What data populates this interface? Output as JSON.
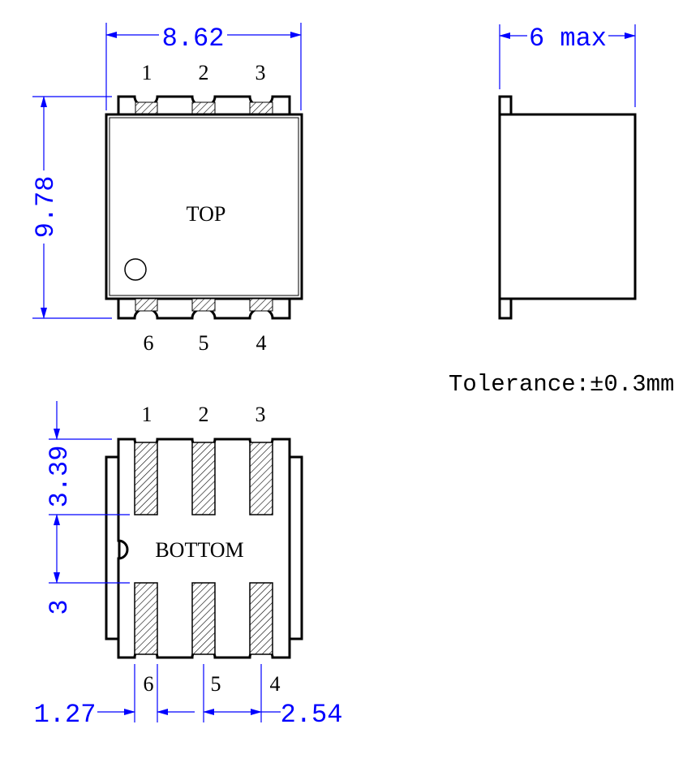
{
  "colors": {
    "line": "#000000",
    "dimension": "#0000ff",
    "background": "#ffffff"
  },
  "top_view": {
    "label": "TOP",
    "pins_top": [
      "1",
      "2",
      "3"
    ],
    "pins_bottom": [
      "6",
      "5",
      "4"
    ],
    "dim_width": "8.62",
    "dim_height": "9.78"
  },
  "side_view": {
    "dim_width": "6 max"
  },
  "tolerance": "Tolerance:±0.3mm",
  "bottom_view": {
    "label": "BOTTOM",
    "pins_top": [
      "1",
      "2",
      "3"
    ],
    "pins_bottom": [
      "6",
      "5",
      "4"
    ],
    "dim_pad_length": "3.39",
    "dim_gap": "3",
    "dim_pad_width": "1.27",
    "dim_pitch": "2.54"
  }
}
